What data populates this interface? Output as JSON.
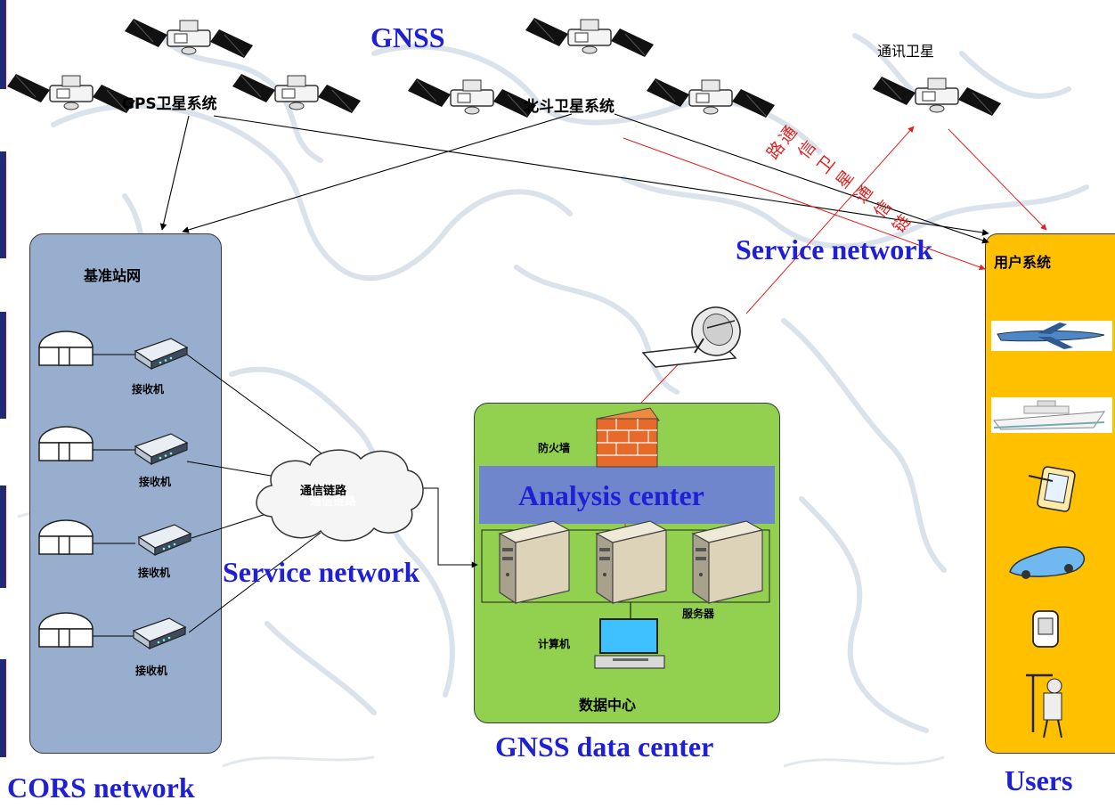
{
  "title": "GNSS",
  "labels": {
    "gps_system": "GPS卫星系统",
    "beidou_system": "北斗卫星系统",
    "comm_satellite": "通讯卫星",
    "comm_sat_link": "通信卫星通信链路",
    "service_network_top": "Service network",
    "service_network_mid": "Service network",
    "cors_network": "CORS network",
    "gnss_data_center": "GNSS data center",
    "users": "Users"
  },
  "cors": {
    "panel_title": "基准站网",
    "receivers": [
      "接收机",
      "接收机",
      "接收机",
      "接收机"
    ]
  },
  "cloud": {
    "label": "通信链路",
    "shadow_label": "通信链路"
  },
  "data_center": {
    "firewall": "防火墙",
    "analysis_center": "Analysis center",
    "servers": "服务器",
    "computer": "计算机",
    "panel_title": "数据中心"
  },
  "user_system": {
    "title": "用户系统",
    "devices": [
      "airplane-icon",
      "ship-icon",
      "tablet-icon",
      "car-icon",
      "handheld-gps-icon",
      "surveyor-icon"
    ]
  },
  "colors": {
    "cors_panel": "#97aece",
    "data_center_panel": "#92d050",
    "analysis_bar": "#7086cc",
    "users_panel": "#ffc000",
    "blue_text": "#1f1fd6",
    "red_link": "#e02020"
  }
}
